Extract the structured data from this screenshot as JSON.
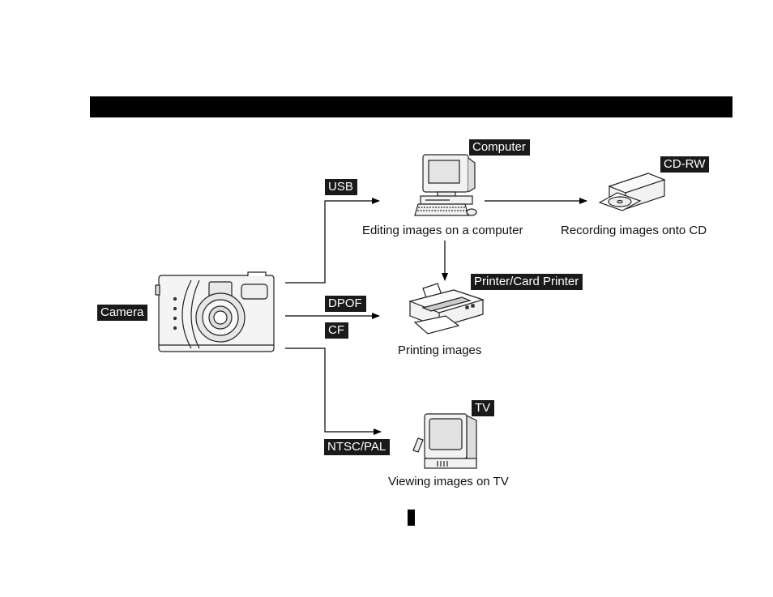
{
  "tags": {
    "usb": "USB",
    "computer": "Computer",
    "cdrw": "CD-RW",
    "dpof": "DPOF",
    "cf": "CF",
    "printer": "Printer/Card Printer",
    "camera": "Camera",
    "tv": "TV",
    "ntsc": "NTSC/PAL"
  },
  "captions": {
    "computer": "Editing images on a computer",
    "cdrw": "Recording images onto CD",
    "printer": "Printing images",
    "tv": "Viewing images on TV"
  },
  "icons": {
    "camera": "camera-icon",
    "computer": "computer-icon",
    "cdrw": "cd-rw-drive-icon",
    "printer": "printer-icon",
    "tv": "tv-icon"
  },
  "colors": {
    "tag_bg": "#1a1a1a",
    "tag_text": "#ffffff",
    "line": "#000000"
  }
}
